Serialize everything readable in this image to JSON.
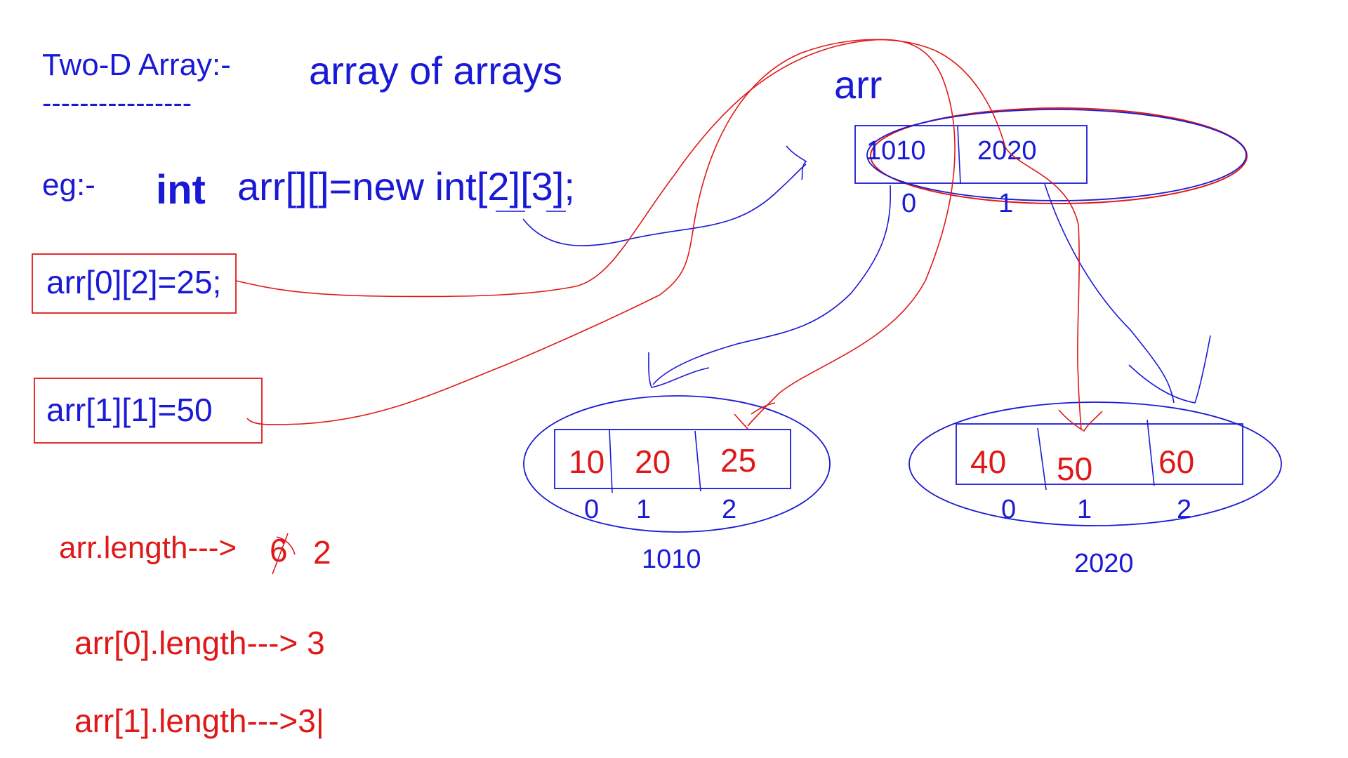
{
  "heading": {
    "title": "Two-D Array:-",
    "underline": "----------------",
    "subtitle": "array of arrays"
  },
  "example": {
    "label": "eg:-",
    "type": "int",
    "code": "arr[][]=new int[2][3];"
  },
  "assignments": [
    {
      "text": "arr[0][2]=25;"
    },
    {
      "text": "arr[1][1]=50"
    }
  ],
  "lengths": {
    "outer_label": "arr.length--->",
    "outer_crossed": "6",
    "outer_value": "2",
    "row0": "arr[0].length---> 3",
    "row1": "arr[1].length--->3|"
  },
  "ref_array": {
    "name": "arr",
    "cells": [
      "1010",
      "2020"
    ],
    "indices": [
      "0",
      "1"
    ]
  },
  "row_arrays": [
    {
      "address": "1010",
      "cells": [
        "10",
        "20",
        "25"
      ],
      "indices": [
        "0",
        "1",
        "2"
      ]
    },
    {
      "address": "2020",
      "cells": [
        "40",
        "50",
        "60"
      ],
      "indices": [
        "0",
        "1",
        "2"
      ]
    }
  ],
  "colors": {
    "blue": "#1a1ad6",
    "red": "#e01818"
  }
}
